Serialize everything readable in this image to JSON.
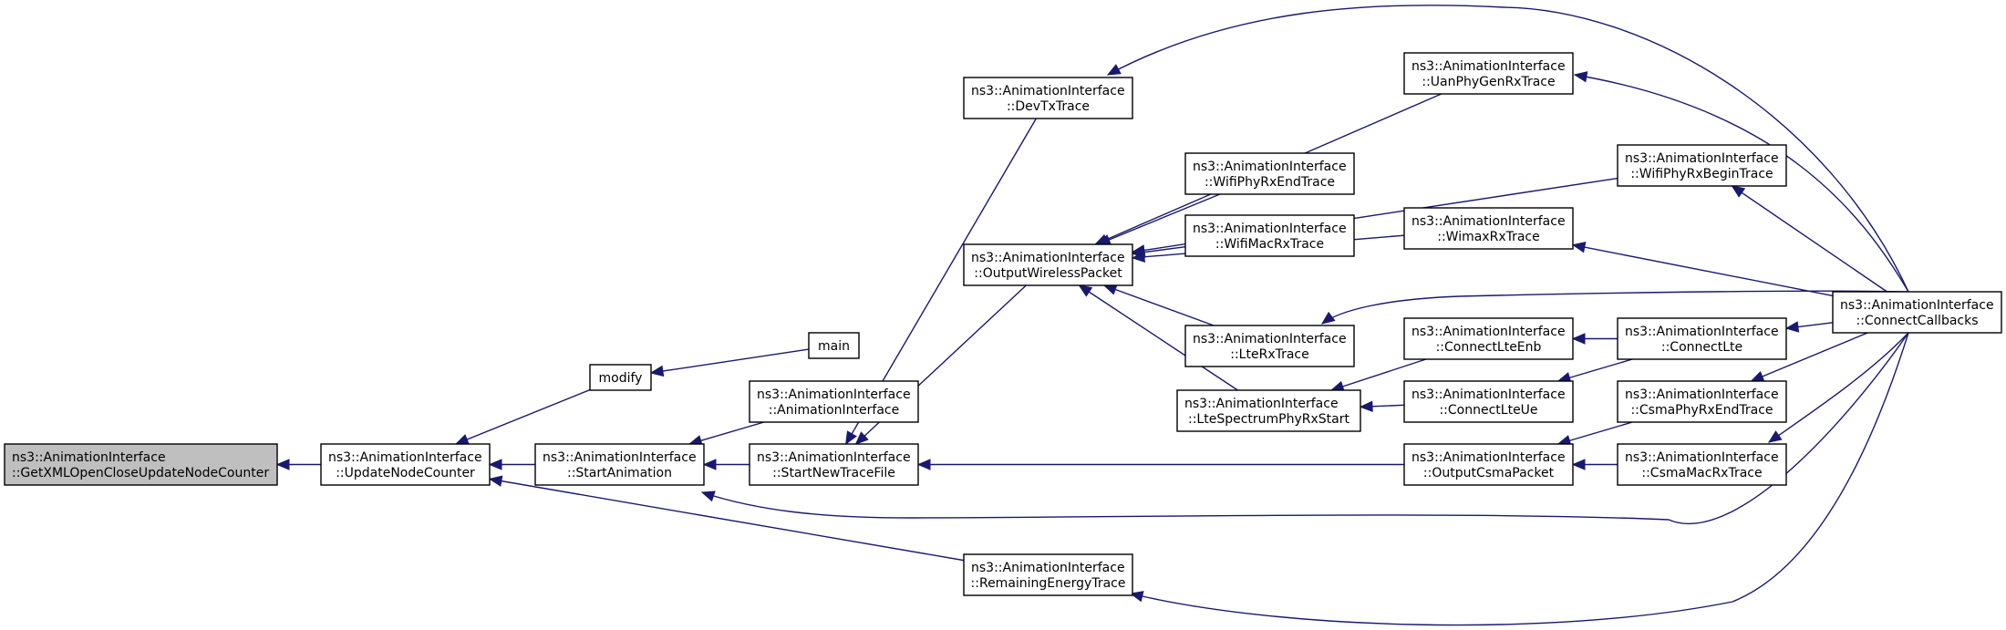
{
  "graph": {
    "nodes": [
      {
        "id": "root",
        "lines": [
          "ns3::AnimationInterface",
          "::GetXMLOpenCloseUpdateNodeCounter"
        ],
        "highlighted": true
      },
      {
        "id": "unc",
        "lines": [
          "ns3::AnimationInterface",
          "::UpdateNodeCounter"
        ]
      },
      {
        "id": "modify",
        "lines": [
          "modify"
        ]
      },
      {
        "id": "main",
        "lines": [
          "main"
        ]
      },
      {
        "id": "sa",
        "lines": [
          "ns3::AnimationInterface",
          "::StartAnimation"
        ]
      },
      {
        "id": "ai",
        "lines": [
          "ns3::AnimationInterface",
          "::AnimationInterface"
        ]
      },
      {
        "id": "sntf",
        "lines": [
          "ns3::AnimationInterface",
          "::StartNewTraceFile"
        ]
      },
      {
        "id": "devtx",
        "lines": [
          "ns3::AnimationInterface",
          "::DevTxTrace"
        ]
      },
      {
        "id": "owp",
        "lines": [
          "ns3::AnimationInterface",
          "::OutputWirelessPacket"
        ]
      },
      {
        "id": "ret",
        "lines": [
          "ns3::AnimationInterface",
          "::RemainingEnergyTrace"
        ]
      },
      {
        "id": "wpre",
        "lines": [
          "ns3::AnimationInterface",
          "::WifiPhyRxEndTrace"
        ]
      },
      {
        "id": "wmr",
        "lines": [
          "ns3::AnimationInterface",
          "::WifiMacRxTrace"
        ]
      },
      {
        "id": "lterx",
        "lines": [
          "ns3::AnimationInterface",
          "::LteRxTrace"
        ]
      },
      {
        "id": "ltespec",
        "lines": [
          "ns3::AnimationInterface",
          "::LteSpectrumPhyRxStart"
        ]
      },
      {
        "id": "uan",
        "lines": [
          "ns3::AnimationInterface",
          "::UanPhyGenRxTrace"
        ]
      },
      {
        "id": "wimax",
        "lines": [
          "ns3::AnimationInterface",
          "::WimaxRxTrace"
        ]
      },
      {
        "id": "clteenb",
        "lines": [
          "ns3::AnimationInterface",
          "::ConnectLteEnb"
        ]
      },
      {
        "id": "clteue",
        "lines": [
          "ns3::AnimationInterface",
          "::ConnectLteUe"
        ]
      },
      {
        "id": "ocsma",
        "lines": [
          "ns3::AnimationInterface",
          "::OutputCsmaPacket"
        ]
      },
      {
        "id": "wprbt",
        "lines": [
          "ns3::AnimationInterface",
          "::WifiPhyRxBeginTrace"
        ]
      },
      {
        "id": "clte",
        "lines": [
          "ns3::AnimationInterface",
          "::ConnectLte"
        ]
      },
      {
        "id": "cpre",
        "lines": [
          "ns3::AnimationInterface",
          "::CsmaPhyRxEndTrace"
        ]
      },
      {
        "id": "cmr",
        "lines": [
          "ns3::AnimationInterface",
          "::CsmaMacRxTrace"
        ]
      },
      {
        "id": "cc",
        "lines": [
          "ns3::AnimationInterface",
          "::ConnectCallbacks"
        ]
      }
    ],
    "edges": [
      {
        "from": "unc",
        "to": "root"
      },
      {
        "from": "modify",
        "to": "unc"
      },
      {
        "from": "sa",
        "to": "unc"
      },
      {
        "from": "ret",
        "to": "unc"
      },
      {
        "from": "main",
        "to": "modify"
      },
      {
        "from": "ai",
        "to": "sa"
      },
      {
        "from": "sntf",
        "to": "sa"
      },
      {
        "from": "cc",
        "to": "sa"
      },
      {
        "from": "devtx",
        "to": "sntf"
      },
      {
        "from": "owp",
        "to": "sntf"
      },
      {
        "from": "ocsma",
        "to": "sntf"
      },
      {
        "from": "cc",
        "to": "devtx"
      },
      {
        "from": "uan",
        "to": "owp"
      },
      {
        "from": "wprbt",
        "to": "owp"
      },
      {
        "from": "wpre",
        "to": "owp"
      },
      {
        "from": "wmr",
        "to": "owp"
      },
      {
        "from": "wimax",
        "to": "owp"
      },
      {
        "from": "lterx",
        "to": "owp"
      },
      {
        "from": "ltespec",
        "to": "owp"
      },
      {
        "from": "cc",
        "to": "ret"
      },
      {
        "from": "cc",
        "to": "uan"
      },
      {
        "from": "cc",
        "to": "wprbt"
      },
      {
        "from": "cc",
        "to": "wimax"
      },
      {
        "from": "cc",
        "to": "lterx"
      },
      {
        "from": "clteenb",
        "to": "ltespec"
      },
      {
        "from": "clteue",
        "to": "ltespec"
      },
      {
        "from": "clte",
        "to": "clteenb"
      },
      {
        "from": "clte",
        "to": "clteue"
      },
      {
        "from": "cc",
        "to": "clte"
      },
      {
        "from": "cpre",
        "to": "ocsma"
      },
      {
        "from": "cmr",
        "to": "ocsma"
      },
      {
        "from": "cc",
        "to": "cpre"
      },
      {
        "from": "cc",
        "to": "cmr"
      }
    ]
  }
}
